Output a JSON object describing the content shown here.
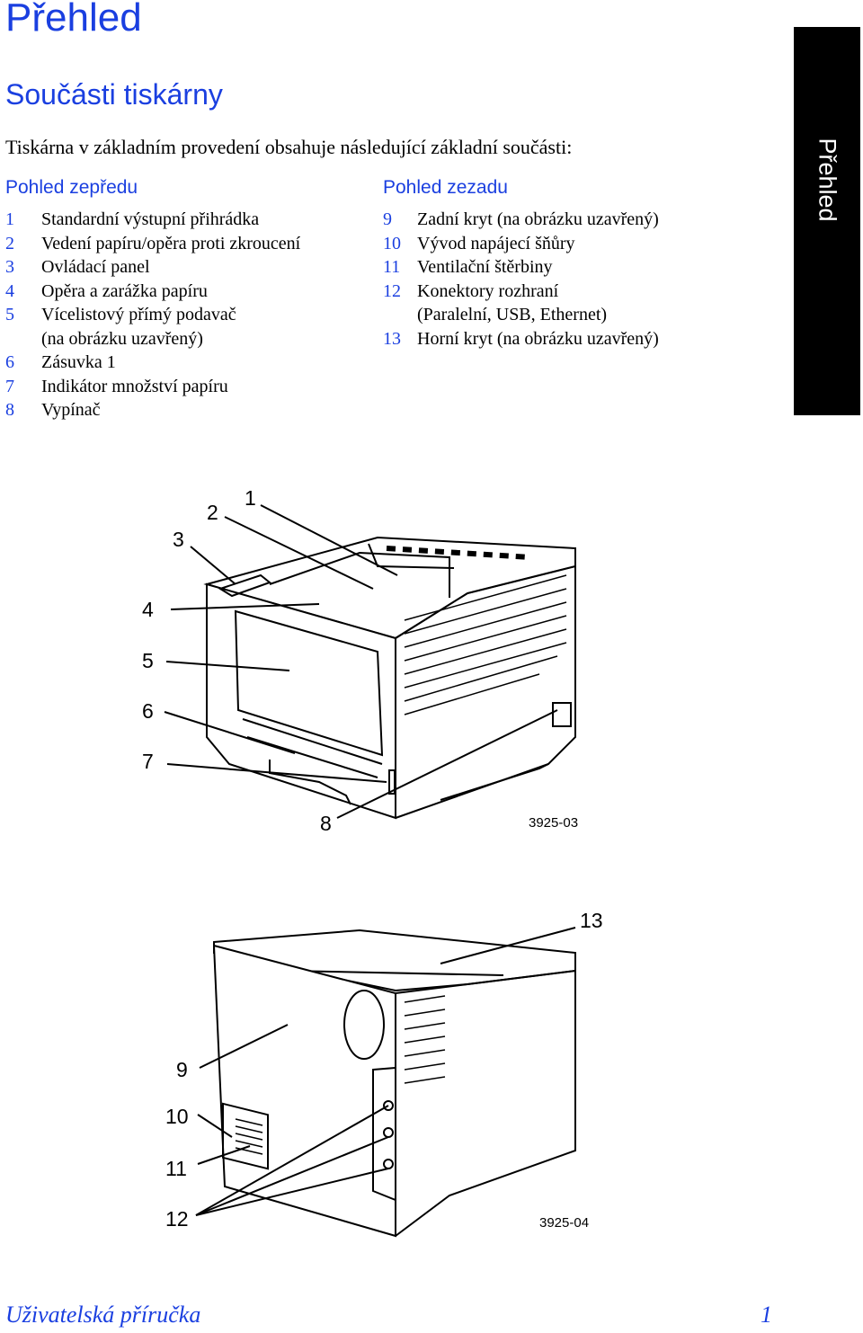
{
  "header": {
    "title": "Přehled",
    "subtitle": "Součásti tiskárny"
  },
  "intro": "Tiskárna v základním provedení obsahuje následující základní součásti:",
  "front": {
    "heading": "Pohled zepředu",
    "items": [
      {
        "n": "1",
        "t": "Standardní výstupní přihrádka"
      },
      {
        "n": "2",
        "t": "Vedení papíru/opěra proti zkroucení"
      },
      {
        "n": "3",
        "t": "Ovládací panel"
      },
      {
        "n": "4",
        "t": "Opěra a zarážka papíru"
      },
      {
        "n": "5",
        "t": "Vícelistový přímý podavač"
      },
      {
        "n": "",
        "t": "(na obrázku uzavřený)"
      },
      {
        "n": "6",
        "t": "Zásuvka 1"
      },
      {
        "n": "7",
        "t": "Indikátor množství papíru"
      },
      {
        "n": "8",
        "t": "Vypínač"
      }
    ]
  },
  "back": {
    "heading": "Pohled zezadu",
    "items": [
      {
        "n": "9",
        "t": "Zadní kryt (na obrázku uzavřený)"
      },
      {
        "n": "10",
        "t": "Vývod napájecí šňůry"
      },
      {
        "n": "11",
        "t": "Ventilační štěrbiny"
      },
      {
        "n": "12",
        "t": "Konektory rozhraní"
      },
      {
        "n": "",
        "t": "(Paralelní, USB, Ethernet)"
      },
      {
        "n": "13",
        "t": "Horní kryt (na obrázku uzavřený)"
      }
    ]
  },
  "side_tab": "Přehled",
  "figure_front": {
    "callouts": [
      "1",
      "2",
      "3",
      "4",
      "5",
      "6",
      "7",
      "8"
    ],
    "code": "3925-03"
  },
  "figure_back": {
    "callouts": [
      "9",
      "10",
      "11",
      "12",
      "13"
    ],
    "code": "3925-04"
  },
  "footer": {
    "left": "Uživatelská příručka",
    "page": "1"
  }
}
